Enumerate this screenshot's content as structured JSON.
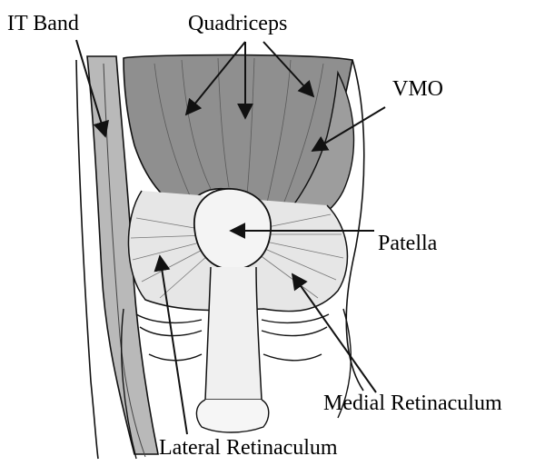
{
  "labels": {
    "it_band": "IT Band",
    "quadriceps": "Quadriceps",
    "vmo": "VMO",
    "patella": "Patella",
    "medial_retinaculum": "Medial Retinaculum",
    "lateral_retinaculum": "Lateral Retinaculum"
  },
  "colors": {
    "ink": "#111111",
    "muscle": "#8c8c8c",
    "band": "#b3b3b3",
    "background": "#ffffff"
  }
}
